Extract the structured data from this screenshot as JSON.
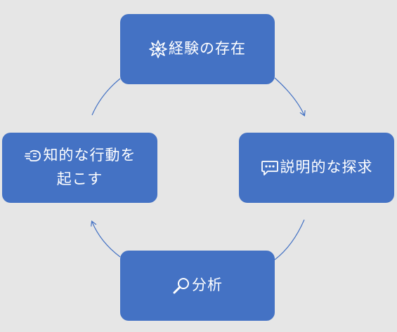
{
  "diagram": {
    "nodes": [
      {
        "id": "top",
        "icon": "explosion-icon",
        "label": "経験の存在"
      },
      {
        "id": "right",
        "icon": "speech-bubble-icon",
        "label": "説明的な探求"
      },
      {
        "id": "bottom",
        "icon": "magnifier-icon",
        "label": "分析"
      },
      {
        "id": "left",
        "icon": "fast-fist-icon",
        "label_line1": "知的な行動を",
        "label_line2": "起こす"
      }
    ],
    "colors": {
      "node_fill": "#4472c4",
      "connector": "#4472c4",
      "background": "#e6e6e6",
      "text": "#ffffff"
    },
    "cycle_direction": "clockwise"
  }
}
